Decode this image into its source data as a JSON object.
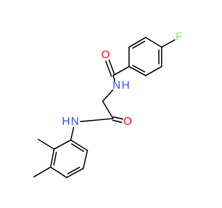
{
  "molecule": {
    "atoms": {
      "fluorine": {
        "label": "F",
        "color": "#90e050"
      },
      "carbonyl_oxygen_top": {
        "label": "O",
        "color": "#ff0d0d"
      },
      "amide_nitrogen_top": {
        "label": "N",
        "color": "#3050f8"
      },
      "amide_hydrogen_top": {
        "label": "H",
        "color": "#3050f8"
      },
      "amide_nitrogen_bottom": {
        "label": "N",
        "color": "#3050f8"
      },
      "amide_hydrogen_bottom": {
        "label": "H",
        "color": "#3050f8"
      },
      "carbonyl_oxygen_bottom": {
        "label": "O",
        "color": "#ff0d0d"
      }
    },
    "bond_color": "#000000",
    "background": "#ffffff"
  }
}
